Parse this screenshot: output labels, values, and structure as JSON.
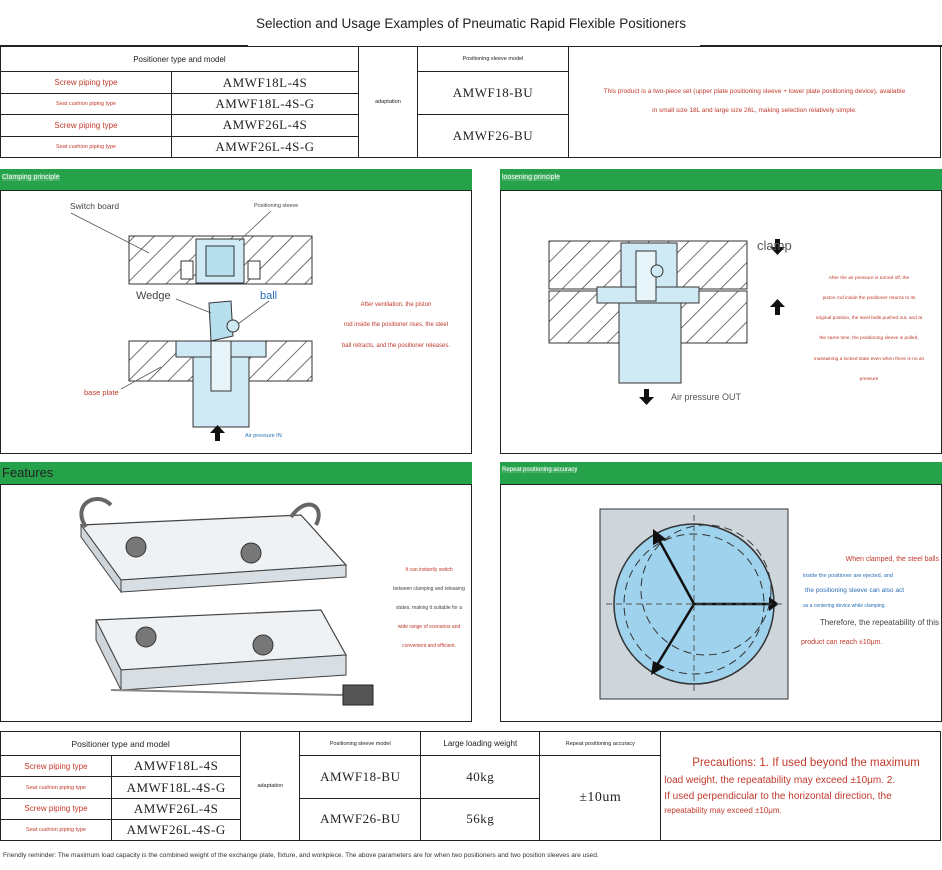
{
  "title": "Selection and Usage Examples of Pneumatic Rapid Flexible Positioners",
  "top_table": {
    "header_type": "Positioner type and model",
    "header_sleeve": "Positioning sleeve model",
    "adaptation": "adaptation",
    "rows": [
      {
        "type": "Screw piping type",
        "model": "AMWF18L-4S"
      },
      {
        "type": "Seat cushion piping type",
        "model": "AMWF18L-4S-G"
      },
      {
        "type": "Screw piping type",
        "model": "AMWF26L-4S"
      },
      {
        "type": "Seat cushion piping type",
        "model": "AMWF26L-4S-G"
      }
    ],
    "sleeves": [
      "AMWF18-BU",
      "AMWF26-BU"
    ],
    "description_1": "This product is a two-piece set (upper plate positioning sleeve + lower plate positioning device), available",
    "description_2": "in small size 18L and large size 26L, making selection relatively simple."
  },
  "clamping": {
    "bar_title": "Clamping principle",
    "switch_board": "Switch board",
    "positioning_sleeve": "Positioning sleeve",
    "wedge": "Wedge",
    "ball": "ball",
    "base_plate": "base plate",
    "air_in": "Air pressure IN",
    "note_1": "After ventilation, the piston",
    "note_2": "rod inside the positioner rises, the steel",
    "note_3": "ball retracts, and the positioner releases."
  },
  "loosening": {
    "bar_title": "loosening principle",
    "clamp": "clamp",
    "air_out": "Air pressure OUT",
    "notes": [
      "After the air pressure is turned off, the",
      "piston rod inside the positioner returns to its",
      "original position, the steel balls pushed out, and at",
      "the same time, the positioning sleeve is pulled,",
      "maintaining a locked state even when there is no air",
      "pressure"
    ]
  },
  "features": {
    "bar_title": "Features",
    "notes": [
      "It can instantly switch",
      "between clamping and releasing",
      "states, making it suitable for a",
      "wide range of scenarios and",
      "convenient and efficient."
    ]
  },
  "accuracy": {
    "bar_title": "Repeat positioning accuracy",
    "line_1": "When clamped, the steel balls",
    "line_2": "inside the positioner are ejected, and",
    "line_3": "the positioning sleeve can also act",
    "line_4": "as a centering device while clamping.",
    "line_5": "Therefore, the repeatability of this",
    "line_6": "product can reach ±10μm."
  },
  "bottom_table": {
    "header_type": "Positioner type and model",
    "header_sleeve": "Positioning sleeve model",
    "header_load": "Large loading weight",
    "header_accuracy": "Repeat positioning accuracy",
    "adaptation": "adaptation",
    "rows": [
      {
        "type": "Screw piping type",
        "model": "AMWF18L-4S"
      },
      {
        "type": "Seat cushion piping type",
        "model": "AMWF18L-4S-G"
      },
      {
        "type": "Screw piping type",
        "model": "AMWF26L-4S"
      },
      {
        "type": "Seat cushion piping type",
        "model": "AMWF26L-4S-G"
      }
    ],
    "sleeves": [
      "AMWF18-BU",
      "AMWF26-BU"
    ],
    "loads": [
      "40kg",
      "56kg"
    ],
    "accuracy": "±10um",
    "precautions_1": "Precautions: 1. If used beyond the maximum",
    "precautions_2": "load weight, the repeatability may exceed ±10μm. 2.",
    "precautions_3": "If used perpendicular to the horizontal direction, the",
    "precautions_4": "repeatability may exceed ±10μm."
  },
  "footer": "Friendly reminder: The maximum load capacity is the combined weight of the exchange plate, fixture, and workpiece. The above parameters are for when two positioners and two position sleeves are used."
}
